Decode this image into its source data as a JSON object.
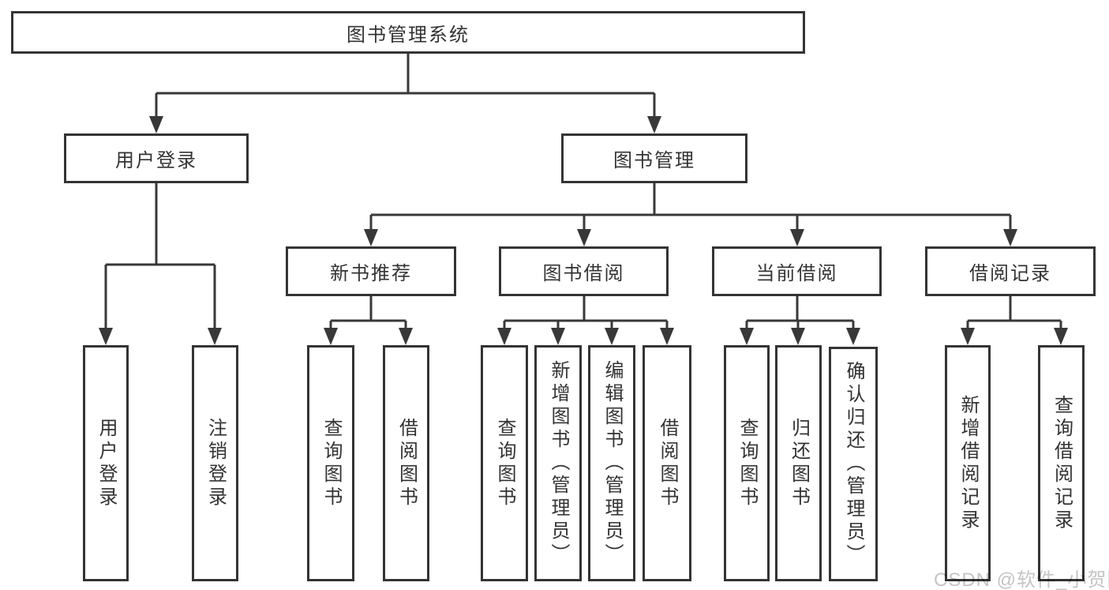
{
  "colors": {
    "line": "#383838",
    "box_border": "#343434",
    "text": "#333333",
    "watermark_text": "#c4c4c4",
    "background": "#ffffff"
  },
  "diagram": {
    "root": {
      "label": "图书管理系统"
    },
    "level2": [
      {
        "label": "用户登录"
      },
      {
        "label": "图书管理"
      }
    ],
    "level3": [
      {
        "label": "新书推荐"
      },
      {
        "label": "图书借阅"
      },
      {
        "label": "当前借阅"
      },
      {
        "label": "借阅记录"
      }
    ],
    "leaves": {
      "user_login": [
        {
          "label": "用户登录"
        },
        {
          "label": "注销登录"
        }
      ],
      "new_book_recommendation": [
        {
          "label": "查询图书"
        },
        {
          "label": "借阅图书"
        }
      ],
      "book_borrowing": [
        {
          "label": "查询图书"
        },
        {
          "label": "新增图书（管理员）"
        },
        {
          "label": "编辑图书（管理员）"
        },
        {
          "label": "借阅图书"
        }
      ],
      "current_borrowing": [
        {
          "label": "查询图书"
        },
        {
          "label": "归还图书"
        },
        {
          "label": "确认归还（管理员）"
        }
      ],
      "borrowing_records": [
        {
          "label": "新增借阅记录"
        },
        {
          "label": "查询借阅记录"
        }
      ]
    }
  },
  "watermark": "CSDN @软件_小贺同学"
}
